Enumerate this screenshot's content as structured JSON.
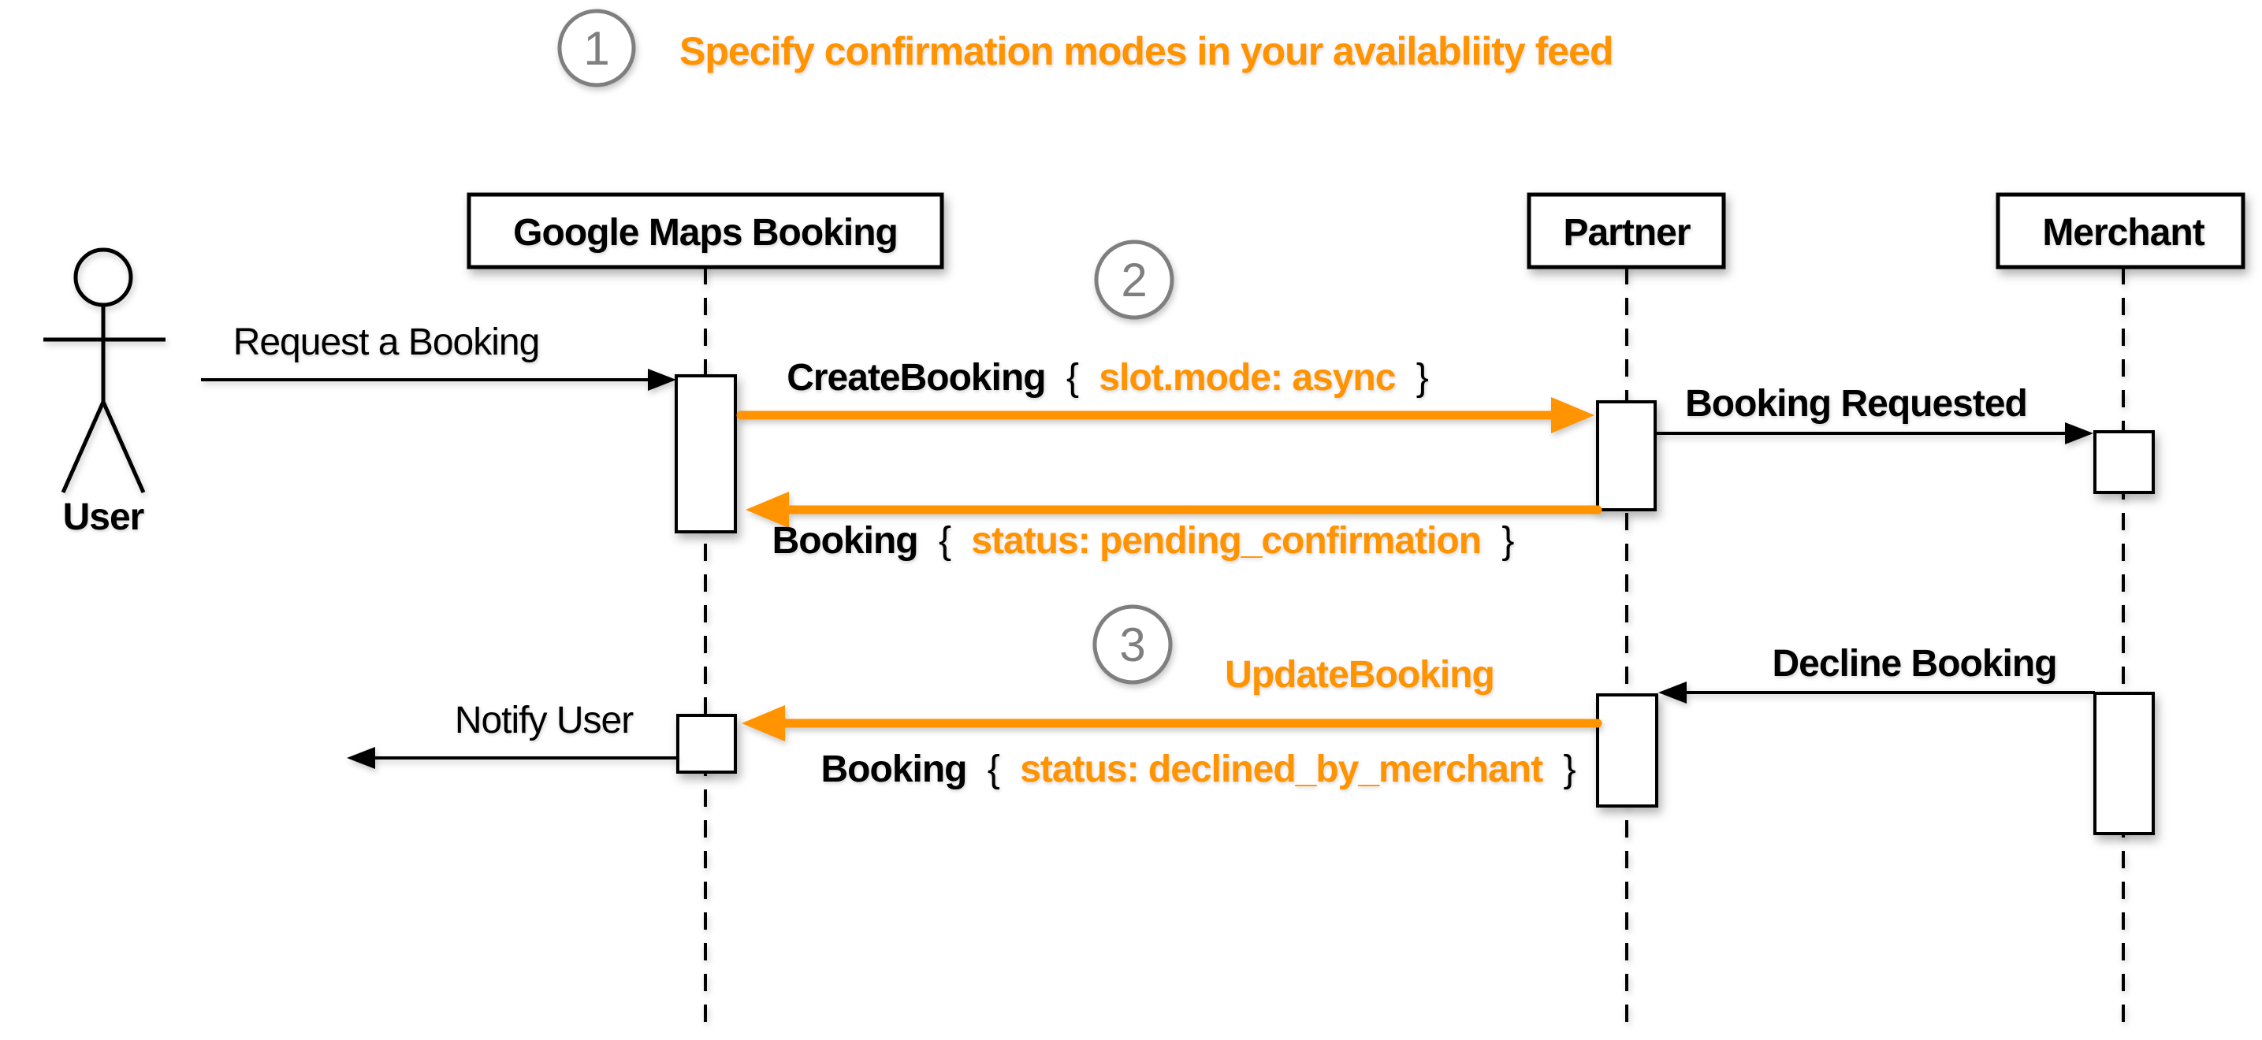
{
  "colors": {
    "orange": "#FF9300",
    "gray": "#7F7F7F",
    "black": "#000000",
    "background": "#FFFFFF"
  },
  "title": {
    "step": "1",
    "text": "Specify confirmation modes in your availabliity feed"
  },
  "step_markers": {
    "step2": "2",
    "step3": "3"
  },
  "actors": {
    "user": {
      "label": "User"
    },
    "google": {
      "label": "Google Maps Booking"
    },
    "partner": {
      "label": "Partner"
    },
    "merchant": {
      "label": "Merchant"
    }
  },
  "messages": {
    "request": {
      "text": "Request a Booking"
    },
    "create": {
      "method": "CreateBooking",
      "open": "{",
      "param": "slot.mode: async",
      "close": "}"
    },
    "booking_requested": {
      "text": "Booking Requested"
    },
    "pending": {
      "method": "Booking",
      "open": "{",
      "param": "status: pending_confirmation",
      "close": "}"
    },
    "update": {
      "text": "UpdateBooking"
    },
    "decline": {
      "text": "Decline Booking"
    },
    "declined": {
      "method": "Booking",
      "open": "{",
      "param": "status: declined_by_merchant",
      "close": "}"
    },
    "notify": {
      "text": "Notify User"
    }
  }
}
